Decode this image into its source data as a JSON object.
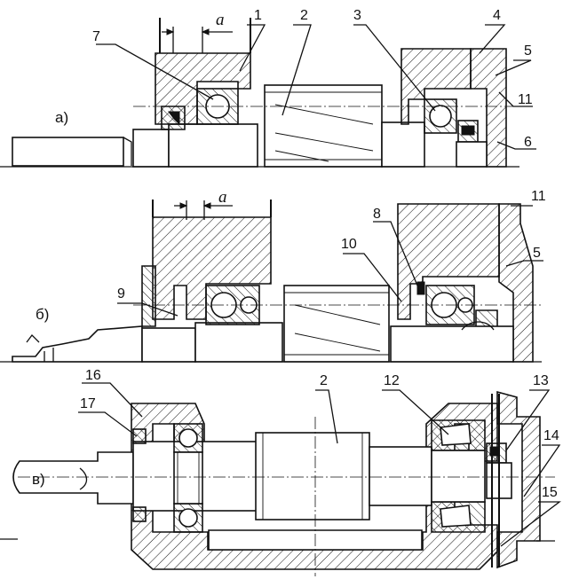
{
  "views": [
    {
      "id": "a",
      "label": "а)"
    },
    {
      "id": "b",
      "label": "б)"
    },
    {
      "id": "c",
      "label": "в)"
    }
  ],
  "dimension": {
    "symbol": "a"
  },
  "callouts_a": [
    "1",
    "2",
    "3",
    "4",
    "5",
    "6",
    "7",
    "11"
  ],
  "callouts_b": [
    "8",
    "9",
    "10",
    "11",
    "5"
  ],
  "callouts_c": [
    "2",
    "12",
    "13",
    "14",
    "15",
    "16",
    "17"
  ]
}
